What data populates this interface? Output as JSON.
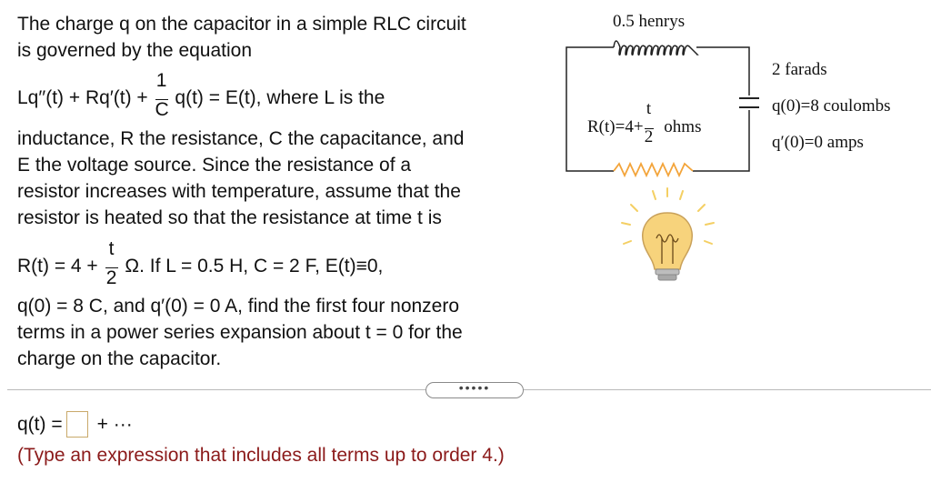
{
  "problem": {
    "line1": "The charge q on the capacitor in a simple RLC circuit",
    "line2": "is governed by the equation",
    "eq_part1": "Lq′′(t) + Rq′(t) +",
    "eq_frac_num": "1",
    "eq_frac_den": "C",
    "eq_part2": "q(t) = E(t), where L is the",
    "line4": "inductance, R the resistance, C the capacitance, and",
    "line5": "E the voltage source. Since the resistance of a",
    "line6": "resistor increases with temperature, assume that the",
    "line7": "resistor is heated so that the resistance at time t is",
    "r_part1": "R(t) = 4 +",
    "r_frac_num": "t",
    "r_frac_den": "2",
    "r_part2": "Ω. If L = 0.5 H, C = 2 F, E(t)≡0,",
    "line9": "q(0) = 8 C, and q′(0) = 0 A, find the first four nonzero",
    "line10": "terms in a power series expansion about t = 0 for the",
    "line11": "charge on the capacitor."
  },
  "circuit": {
    "inductor_label": "0.5 henrys",
    "resistor_prefix": "R(t)=4+",
    "resistor_frac_num": "t",
    "resistor_frac_den": "2",
    "resistor_suffix": "ohms",
    "capacitor_label": "2 farads",
    "initial_charge": "q(0)=8 coulombs",
    "initial_current": "q′(0)=0 amps"
  },
  "divider": {
    "button_label": "•••••"
  },
  "answer": {
    "prefix": "q(t) =",
    "input_value": "",
    "suffix": "+ ···",
    "hint": "(Type an expression that includes all terms up to order 4.)"
  },
  "colors": {
    "hint_text": "#8b1a1a",
    "input_border": "#c9a96a",
    "bulb_fill": "#f7d37c",
    "bulb_ray": "#f4cf63",
    "resistor_coil": "#f3a43a"
  }
}
